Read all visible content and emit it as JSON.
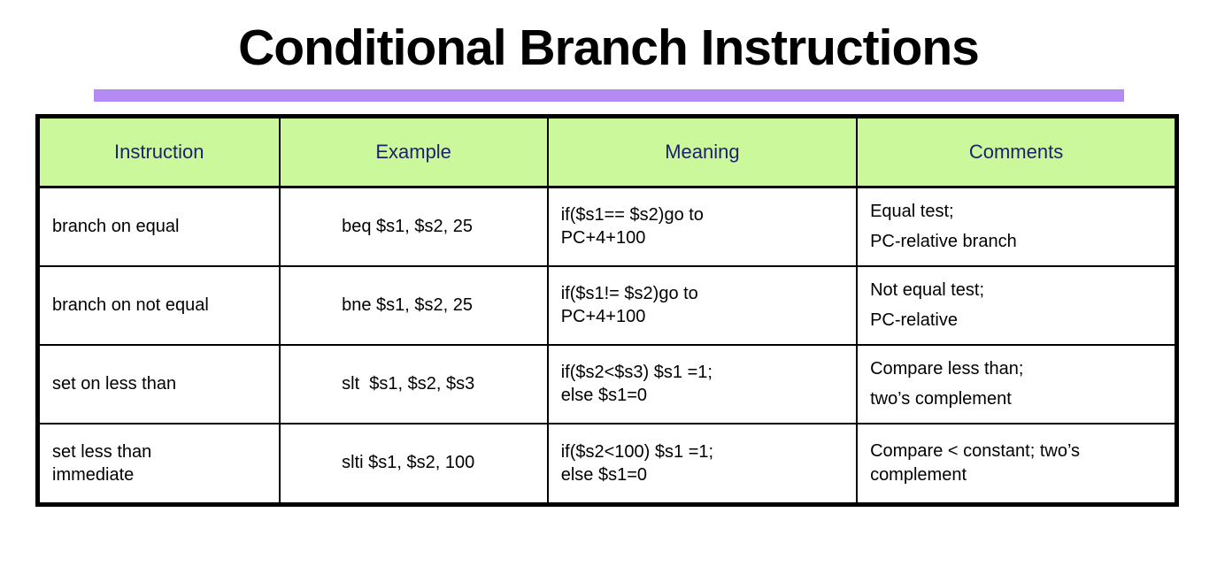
{
  "title": "Conditional Branch Instructions",
  "colors": {
    "accent_bar": "#b48af5",
    "header_bg": "#ccf89c",
    "header_text": "#1f2170",
    "border": "#000000",
    "body_text": "#000000",
    "page_bg": "#ffffff"
  },
  "table": {
    "columns": [
      "Instruction",
      "Example",
      "Meaning",
      "Comments"
    ],
    "rows": [
      {
        "instruction": [
          "branch on equal"
        ],
        "example": "beq $s1, $s2, 25",
        "meaning": [
          "if($s1== $s2)go to",
          "PC+4+100"
        ],
        "comments": [
          "Equal test;",
          "PC-relative branch"
        ]
      },
      {
        "instruction": [
          "branch on not equal"
        ],
        "example": "bne $s1, $s2, 25",
        "meaning": [
          "if($s1!= $s2)go to",
          "PC+4+100"
        ],
        "comments": [
          "Not equal test;",
          "PC-relative"
        ]
      },
      {
        "instruction": [
          "set on less than"
        ],
        "example": "slt  $s1, $s2, $s3",
        "meaning": [
          "if($s2<$s3) $s1 =1;",
          "else $s1=0"
        ],
        "comments": [
          "Compare less than;",
          "two’s complement"
        ]
      },
      {
        "instruction": [
          "set less than",
          "immediate"
        ],
        "example": "slti $s1, $s2, 100",
        "meaning": [
          "if($s2<100) $s1 =1;",
          "else $s1=0"
        ],
        "comments": [
          "Compare < constant; two’s complement"
        ]
      }
    ]
  }
}
